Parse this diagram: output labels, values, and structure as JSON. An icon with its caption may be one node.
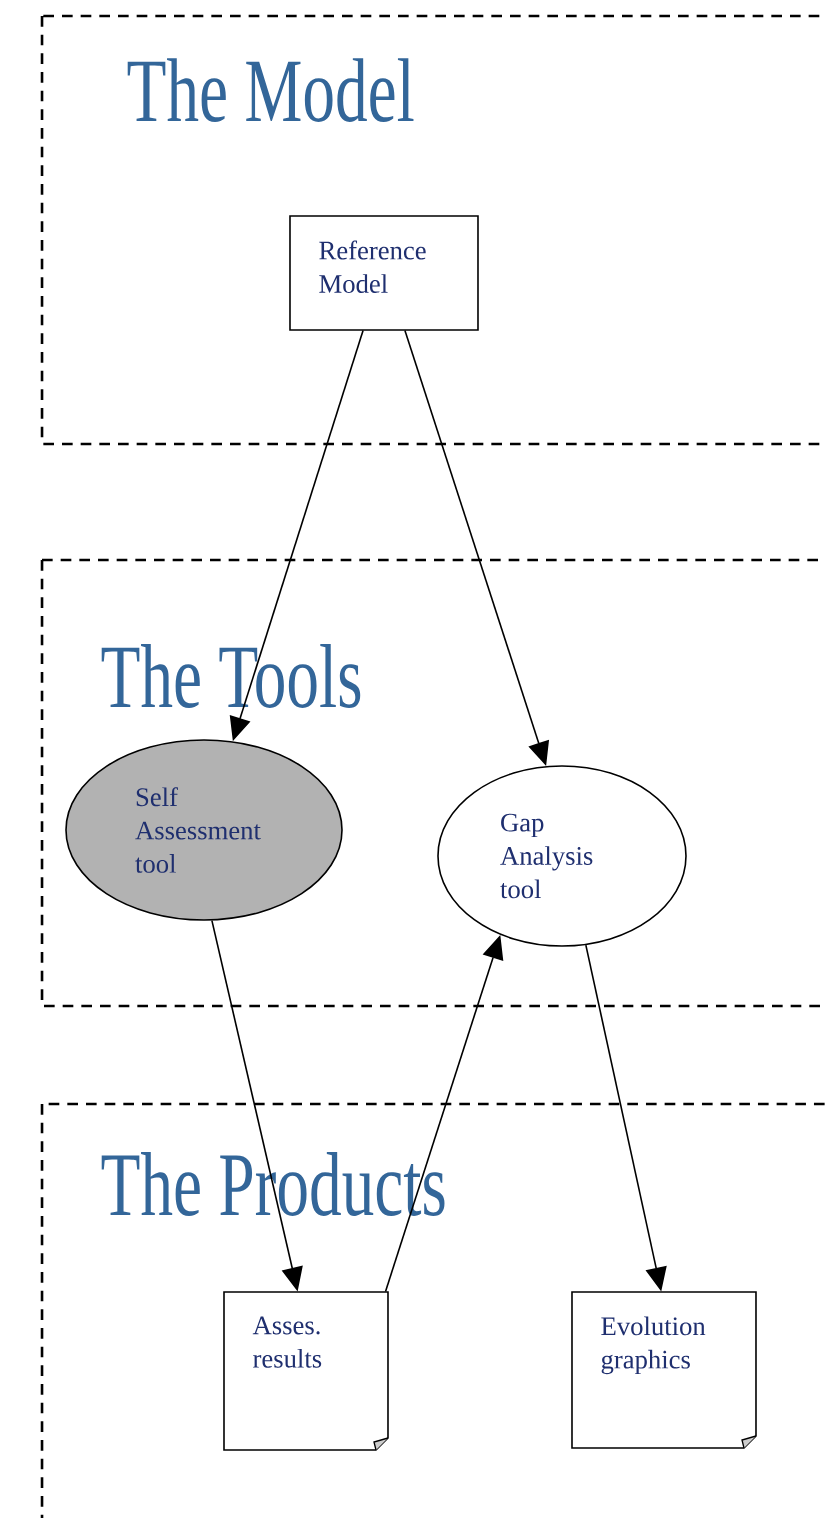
{
  "diagram": {
    "nodes": [
      {
        "text": [
          "The Model"
        ]
      },
      {
        "text": [
          "Reference Model"
        ],
        "in": 0
      },
      {
        "text": [
          "The Tools"
        ]
      },
      {
        "text": [
          "Self Assessment tool"
        ],
        "in": 2
      },
      {
        "text": [
          "Gap Analysis tool"
        ],
        "in": 2
      },
      {
        "text": [
          "The Products"
        ]
      },
      {
        "text": [
          "Asses. results"
        ],
        "in": 5
      },
      {
        "text": [
          "Evolution graphics"
        ],
        "in": 5
      }
    ],
    "edges": [
      {
        "from": 1,
        "to": 3,
        "arrow": "to"
      },
      {
        "from": 1,
        "to": 4,
        "arrow": "to"
      },
      {
        "from": 3,
        "to": 6,
        "arrow": "to"
      },
      {
        "from": 6,
        "to": 4,
        "arrow": "to"
      },
      {
        "from": 4,
        "to": 7,
        "arrow": "to"
      }
    ]
  }
}
